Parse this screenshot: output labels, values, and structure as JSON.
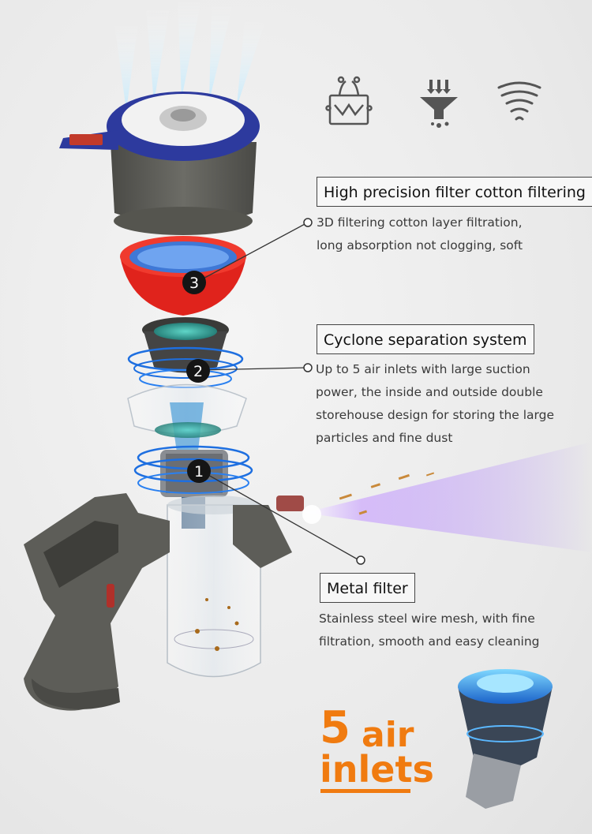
{
  "icons": [
    {
      "name": "filter-cotton-icon"
    },
    {
      "name": "funnel-icon"
    },
    {
      "name": "cyclone-icon"
    }
  ],
  "sections": {
    "filter": {
      "badge": "3",
      "title": "High precision filter cotton filtering",
      "lines": [
        "3D filtering cotton layer filtration,",
        "long absorption not clogging, soft"
      ]
    },
    "cyclone": {
      "badge": "2",
      "title": "Cyclone separation system",
      "lines": [
        "Up to 5 air inlets with large suction",
        "power, the inside and outside double",
        "storehouse design for storing the large",
        "particles and fine dust"
      ]
    },
    "metal": {
      "badge": "1",
      "title": "Metal filter",
      "lines": [
        "Stainless steel wire mesh, with fine",
        "filtration, smooth and easy cleaning"
      ]
    }
  },
  "headline": {
    "number": "5",
    "word1": "air",
    "word2": "inlets"
  },
  "colors": {
    "accent": "#f07b10",
    "cyclone_blue": "#1e6fe0",
    "filter_red": "#e0231c",
    "cap_blue": "#2d3a9e",
    "body_gray": "#5d5d58",
    "laser_purple": "#8a4dff"
  }
}
